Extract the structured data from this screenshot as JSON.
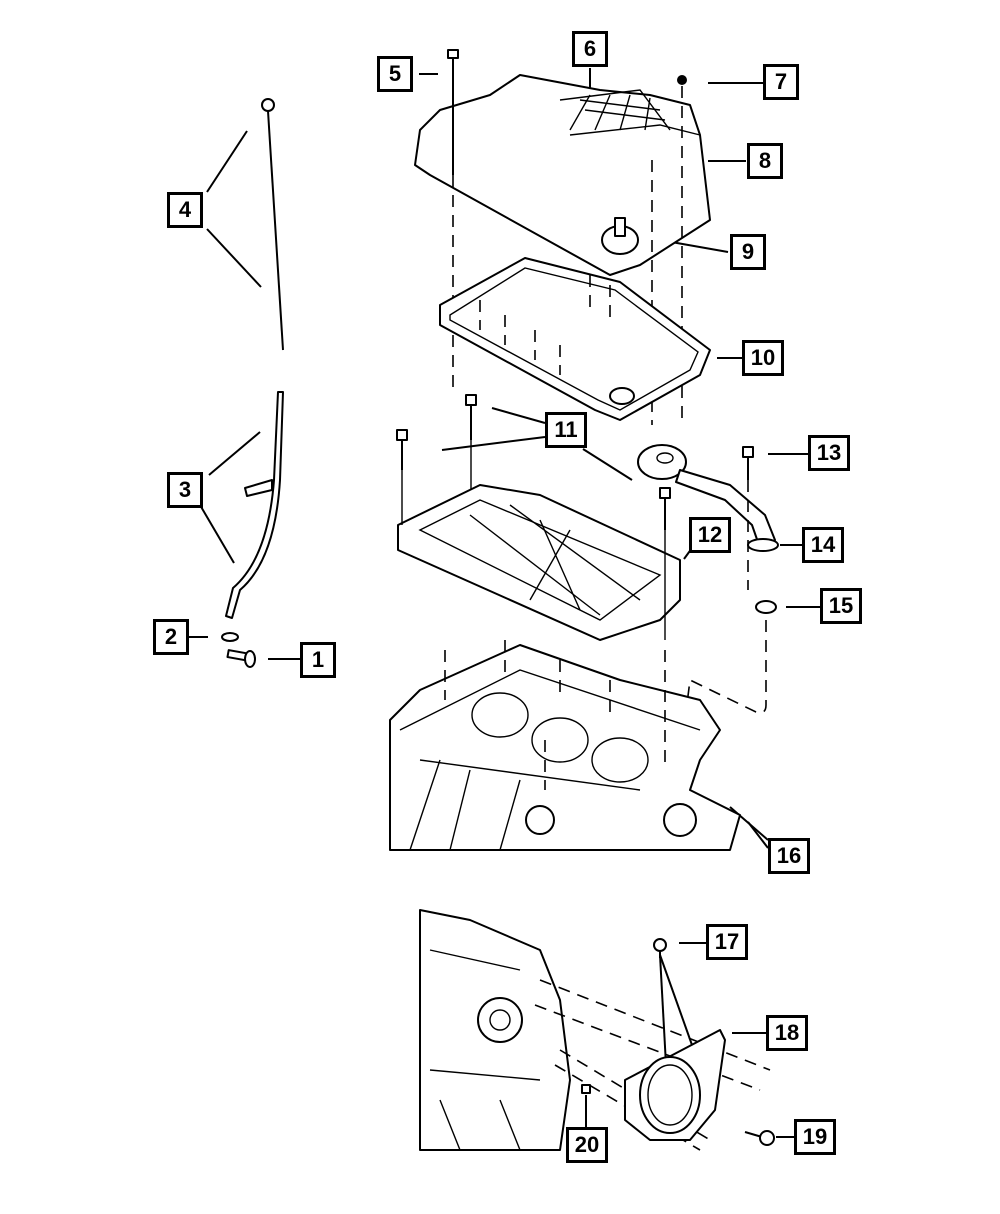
{
  "diagram": {
    "title": "Engine Oil Pan, Dipstick, Windage Tray and Rear Seal Assembly",
    "callouts": [
      {
        "id": "1",
        "label": "1",
        "part": "dipstick-tube-bolt"
      },
      {
        "id": "2",
        "label": "2",
        "part": "o-ring"
      },
      {
        "id": "3",
        "label": "3",
        "part": "dipstick-tube"
      },
      {
        "id": "4",
        "label": "4",
        "part": "dipstick"
      },
      {
        "id": "5",
        "label": "5",
        "part": "oil-pan-bolt"
      },
      {
        "id": "6",
        "label": "6",
        "part": "oil-pan-upper"
      },
      {
        "id": "7",
        "label": "7",
        "part": "plug"
      },
      {
        "id": "8",
        "label": "8",
        "part": "oil-pan"
      },
      {
        "id": "9",
        "label": "9",
        "part": "drain-plug"
      },
      {
        "id": "10",
        "label": "10",
        "part": "oil-pan-gasket"
      },
      {
        "id": "11",
        "label": "11",
        "part": "windage-tray-bolts"
      },
      {
        "id": "12",
        "label": "12",
        "part": "windage-tray"
      },
      {
        "id": "13",
        "label": "13",
        "part": "pickup-tube-bolt"
      },
      {
        "id": "14",
        "label": "14",
        "part": "oil-pickup-tube"
      },
      {
        "id": "15",
        "label": "15",
        "part": "pickup-o-ring"
      },
      {
        "id": "16",
        "label": "16",
        "part": "engine-block"
      },
      {
        "id": "17",
        "label": "17",
        "part": "rear-seal-bolt"
      },
      {
        "id": "18",
        "label": "18",
        "part": "rear-main-seal-retainer"
      },
      {
        "id": "19",
        "label": "19",
        "part": "retainer-bolt"
      },
      {
        "id": "20",
        "label": "20",
        "part": "dowel-pin"
      }
    ]
  }
}
